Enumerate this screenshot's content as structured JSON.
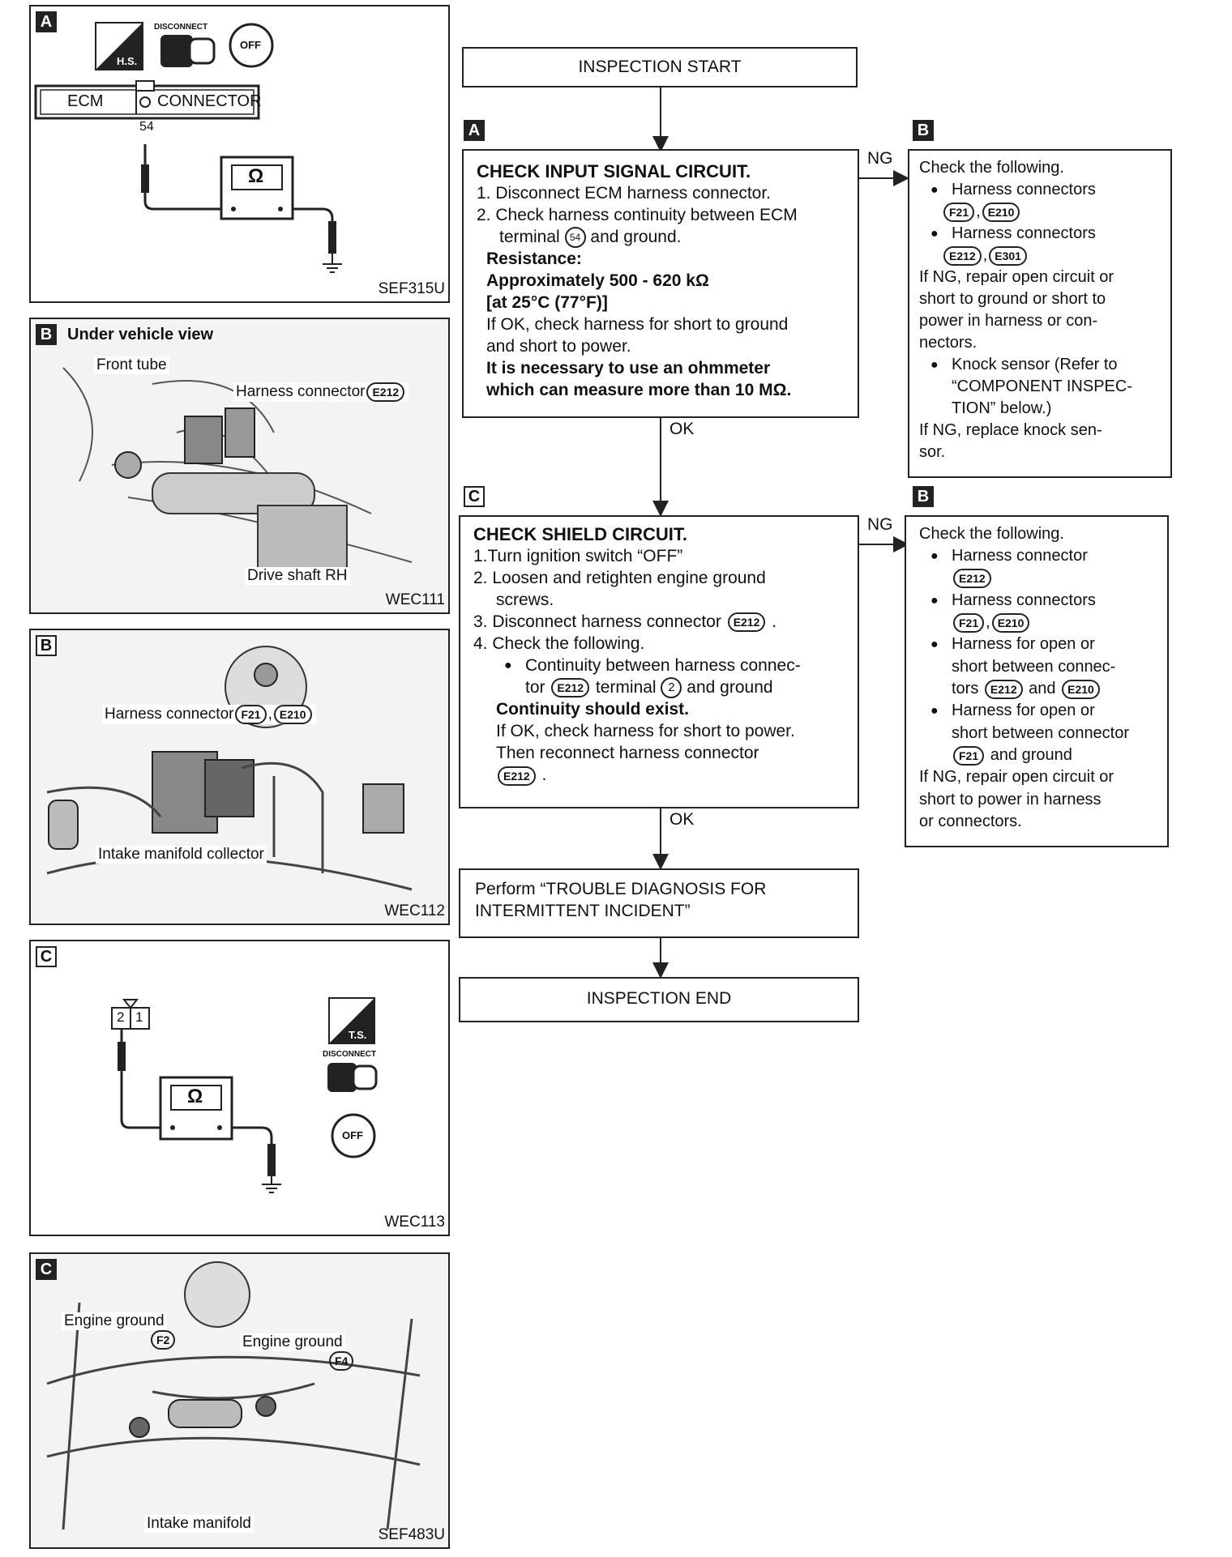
{
  "panels": {
    "a": {
      "tag": "A",
      "ecm": "ECM",
      "connector": "CONNECTOR",
      "terminal": "54",
      "hs": "H.S.",
      "disconnect": "DISCONNECT",
      "off": "OFF",
      "ohm": "Ω",
      "code": "SEF315U"
    },
    "b1": {
      "tag": "B",
      "title": "Under vehicle view",
      "front_tube": "Front tube",
      "harness": "Harness connector",
      "conn": "E212",
      "drive": "Drive shaft RH",
      "code": "WEC111"
    },
    "b2": {
      "tag": "B",
      "harness": "Harness connector",
      "conn1": "F21",
      "conn2": "E210",
      "intake": "Intake manifold collector",
      "code": "WEC112"
    },
    "c1": {
      "tag": "C",
      "pin2": "2",
      "pin1": "1",
      "ts": "T.S.",
      "disconnect": "DISCONNECT",
      "off": "OFF",
      "ohm": "Ω",
      "code": "WEC113"
    },
    "c2": {
      "tag": "C",
      "eg1": "Engine ground",
      "f2": "F2",
      "eg2": "Engine ground",
      "f4": "F4",
      "intake": "Intake manifold",
      "code": "SEF483U"
    }
  },
  "flow": {
    "start": "INSPECTION START",
    "tag_a": "A",
    "tag_b1": "B",
    "tag_c": "C",
    "tag_b2": "B",
    "ng1": "NG",
    "ok1": "OK",
    "ng2": "NG",
    "ok2": "OK",
    "box_a": {
      "title": "CHECK INPUT SIGNAL CIRCUIT.",
      "l1": "1. Disconnect ECM harness connector.",
      "l2": "2. Check harness continuity between ECM",
      "l3a": "terminal",
      "l3n": "54",
      "l3b": "and ground.",
      "res": "Resistance:",
      "approx": "Approximately 500 - 620 kΩ",
      "temp": "[at 25°C (77°F)]",
      "ok1": "If OK, check harness for short to ground",
      "ok2": "and short to power.",
      "note1": "It is necessary to use an ohmmeter",
      "note2": "which can measure more than 10 MΩ."
    },
    "box_b1": {
      "l1": "Check the following.",
      "h1": "Harness connectors",
      "c1": "F21",
      "c2": "E210",
      "h2": "Harness connectors",
      "c3": "E212",
      "c4": "E301",
      "r1": "If NG, repair open circuit or",
      "r2": "short to ground or short to",
      "r3": "power in harness or con-",
      "r4": "nectors.",
      "k1": "Knock sensor (Refer to",
      "k2": "“COMPONENT INSPEC-",
      "k3": "TION” below.)",
      "n1": "If NG, replace knock sen-",
      "n2": "sor."
    },
    "box_c": {
      "title": "CHECK SHIELD CIRCUIT.",
      "l1": "1.Turn ignition switch “OFF”",
      "l2": "2. Loosen and retighten engine ground",
      "l2b": "screws.",
      "l3": "3. Disconnect harness connector",
      "l3c": "E212",
      "l4": "4. Check the following.",
      "b1": "Continuity between harness connec-",
      "b2a": "tor",
      "b2c": "E212",
      "b2b": "terminal",
      "b2n": "2",
      "b2d": "and ground",
      "cont": "Continuity should exist.",
      "ok": "If OK, check harness for short to power.",
      "then": "Then reconnect harness connector",
      "thenc": "E212"
    },
    "box_b2": {
      "l1": "Check the following.",
      "h1": "Harness connector",
      "c1": "E212",
      "h2": "Harness connectors",
      "c2": "F21",
      "c3": "E210",
      "h3": "Harness for open or",
      "h3b": "short between connec-",
      "h3c": "tors",
      "h3d": "and",
      "c4": "E212",
      "c5": "E210",
      "h4": "Harness for open or",
      "h4b": "short between connector",
      "h4c": "and ground",
      "c6": "F21",
      "r1": "If NG, repair open circuit or",
      "r2": "short to power in harness",
      "r3": "or connectors."
    },
    "perform1": "Perform “TROUBLE DIAGNOSIS FOR",
    "perform2": "INTERMITTENT INCIDENT”",
    "end": "INSPECTION END"
  }
}
